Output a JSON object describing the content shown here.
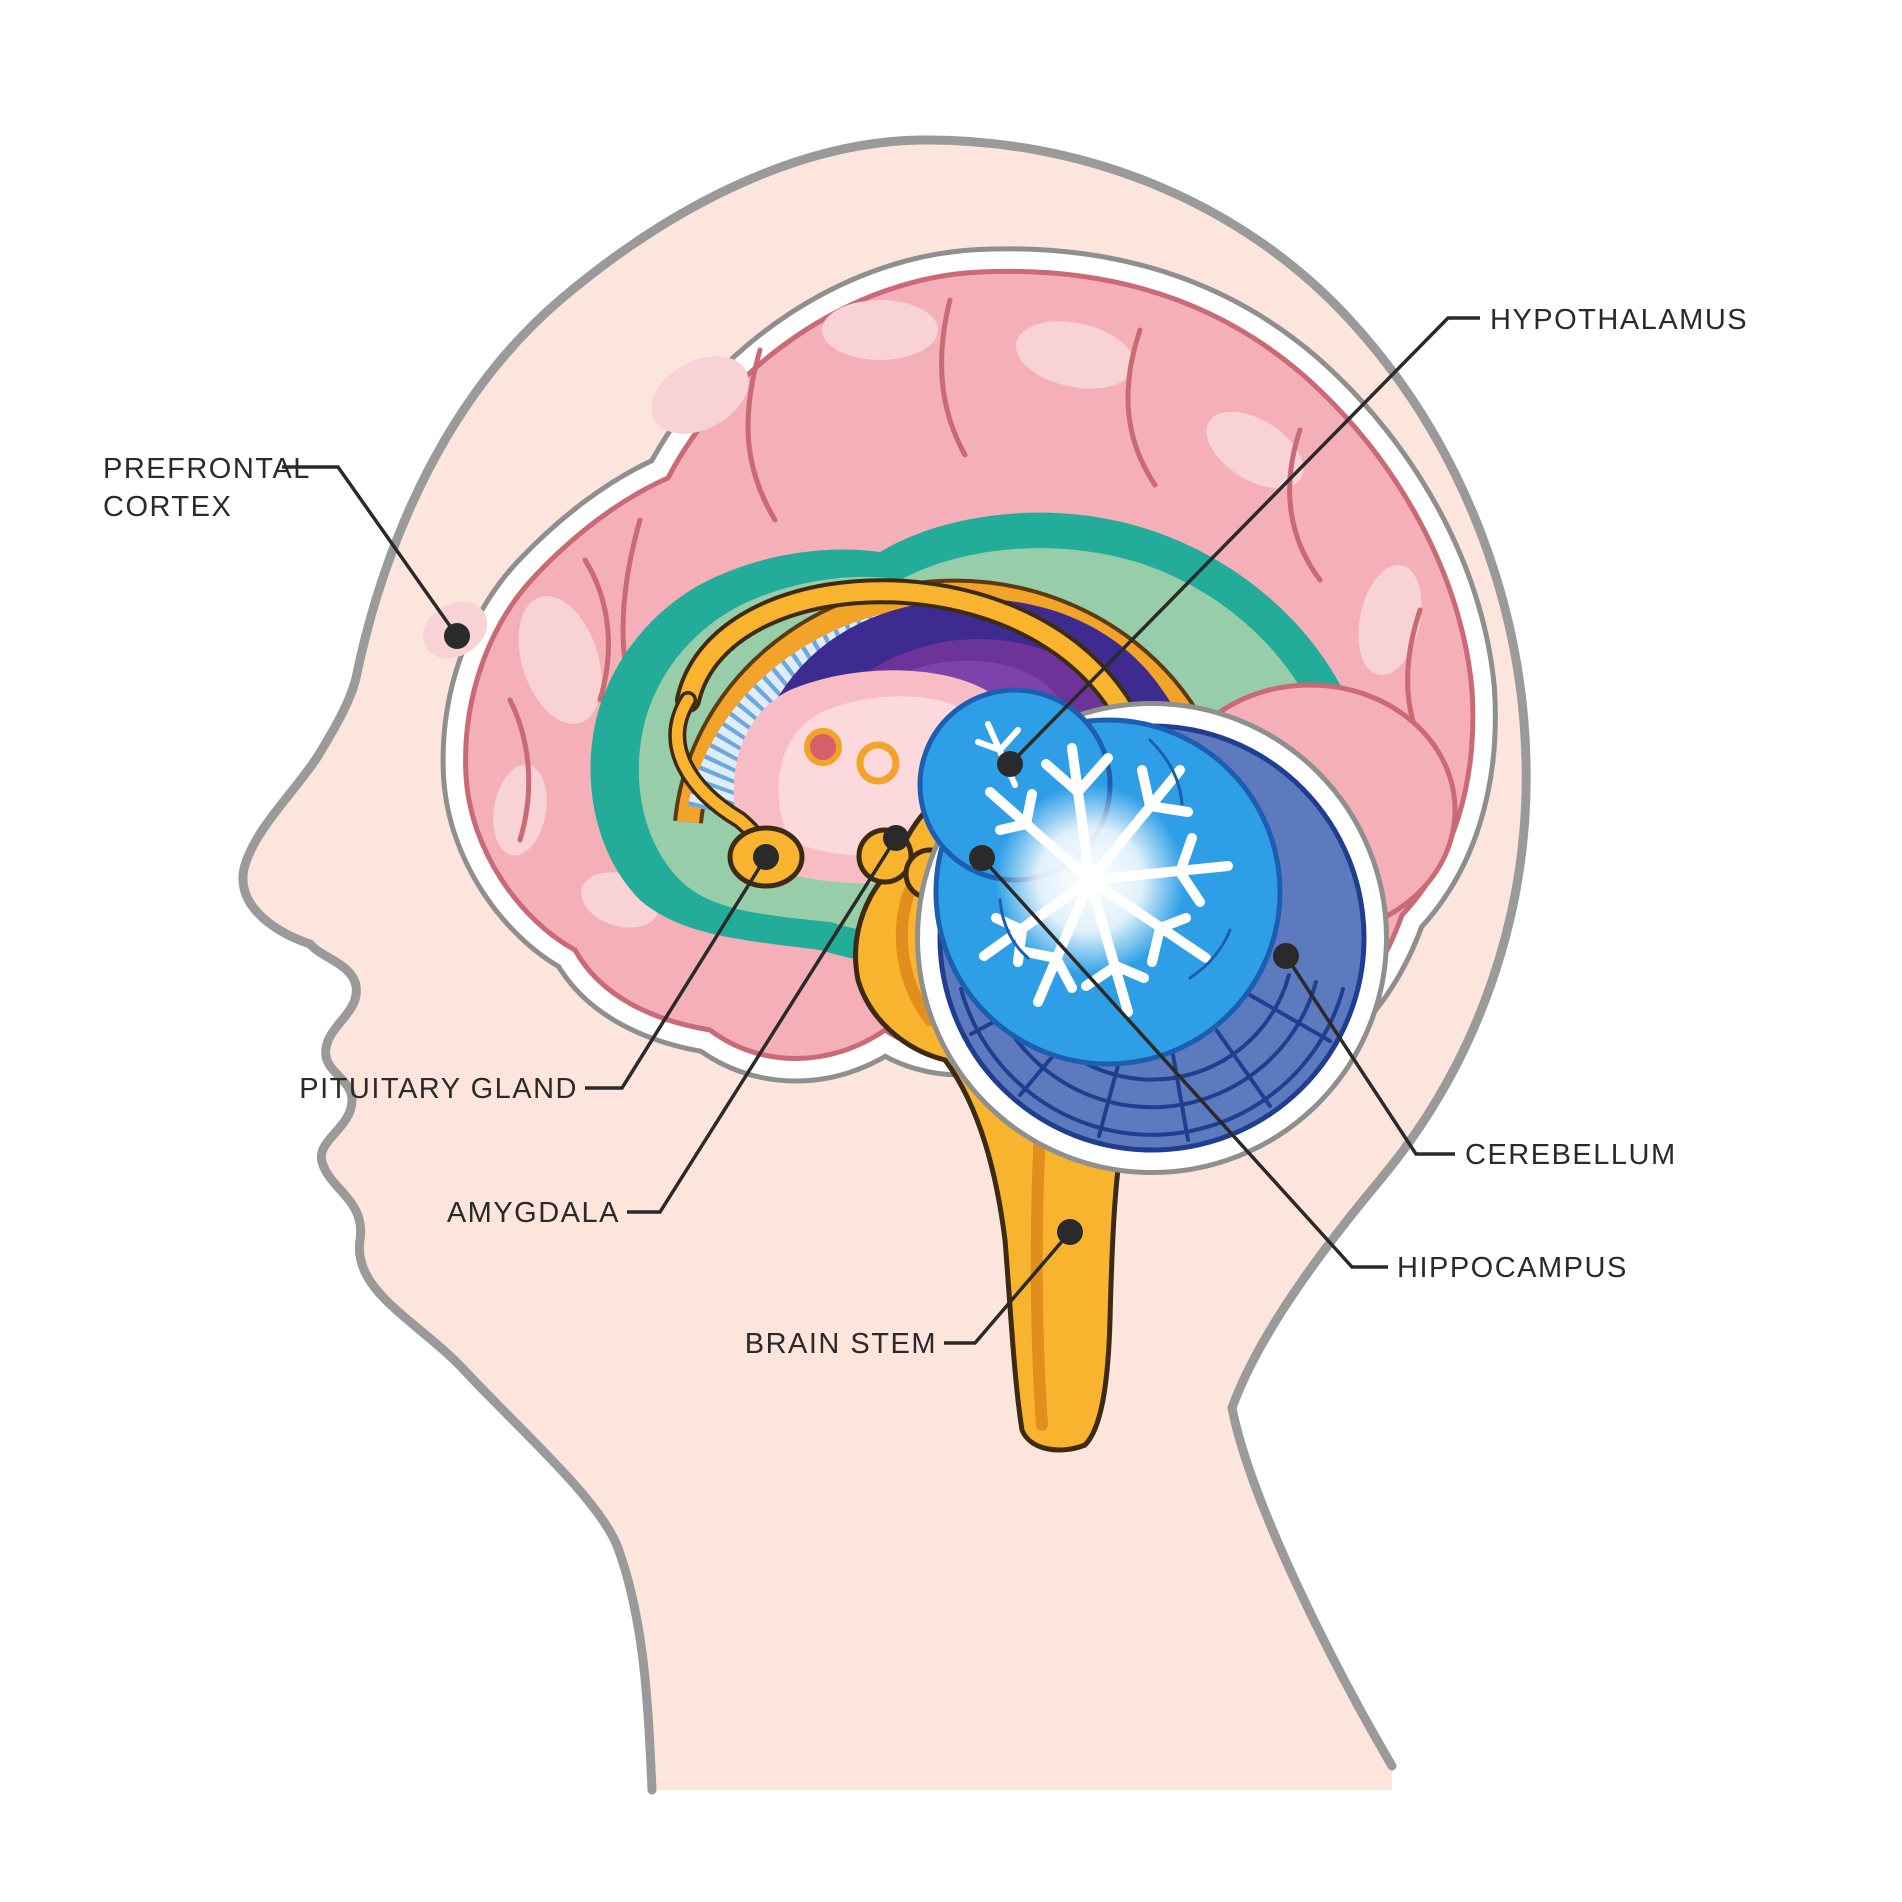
{
  "figure": {
    "description": "Labeled sagittal cross-section diagram of the human brain inside a head profile silhouette",
    "background": "#ffffff"
  },
  "palette": {
    "bg": "#ffffff",
    "ink": "#2a2a2a",
    "white": "#ffffff",
    "skin": "#fce5dc",
    "skin_outline": "#9a9a9a",
    "skull_gap": "#8f8f8f",
    "cortex_pink": "#f4afb8",
    "cortex_light": "#f9d2d6",
    "cortex_line": "#c96a76",
    "cingulate_teal": "#23ac9a",
    "cingulate_green": "#97cea9",
    "callosum_orange": "#f2a32a",
    "callosum_dark": "#5b3a11",
    "stripe_light": "#ddeefa",
    "stripe_blue": "#6fa8dc",
    "ventricle_indigo": "#3e2b8f",
    "thalamus_purple": "#6c3399",
    "thalamus_light": "#7e42ac",
    "midbrain_red": "#d5606c",
    "limbic_pink": "#f7bcc4",
    "limbic_light": "#fbd9dc",
    "stem_yellow": "#f9b42f",
    "stem_shade": "#e08e1c",
    "stem_outline": "#3e2a10",
    "cerebellum_blue": "#2e9fe6",
    "cerebellum_glow": "#e8f7ff",
    "cereb_outline": "#1c5fb0",
    "folia_slate": "#5e7abf",
    "folia_line": "#203e8f"
  },
  "labels": {
    "prefrontal_cortex": {
      "line1": "PREFRONTAL",
      "line2": "CORTEX"
    },
    "hypothalamus": {
      "text": "HYPOTHALAMUS"
    },
    "pituitary_gland": {
      "text": "PITUITARY GLAND"
    },
    "amygdala": {
      "text": "AMYGDALA"
    },
    "brain_stem": {
      "text": "BRAIN STEM"
    },
    "cerebellum": {
      "text": "CEREBELLUM"
    },
    "hippocampus": {
      "text": "HIPPOCAMPUS"
    }
  }
}
